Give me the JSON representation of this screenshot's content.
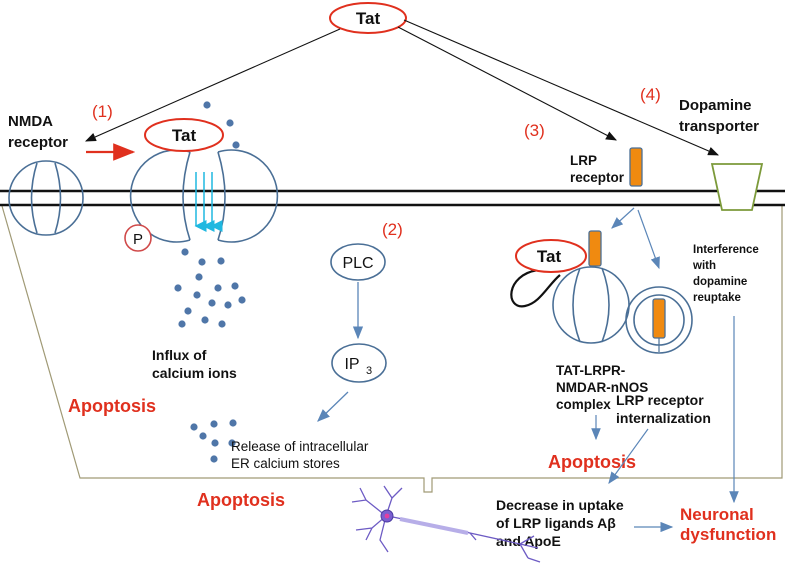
{
  "tat": "Tat",
  "steps": {
    "s1": "(1)",
    "s2": "(2)",
    "s3": "(3)",
    "s4": "(4)"
  },
  "nmda": {
    "line1": "NMDA",
    "line2": "receptor"
  },
  "tat_channel": "Tat",
  "tat_lrp": "Tat",
  "phospho": "P",
  "influx": {
    "line1": "Influx of",
    "line2": "calcium ions"
  },
  "plc": "PLC",
  "ip3": {
    "base": "IP",
    "sub": "3"
  },
  "release": {
    "line1": "Release of intracellular",
    "line2": "ER calcium stores"
  },
  "lrp_receptor": {
    "line1": "LRP",
    "line2": "receptor"
  },
  "complex": {
    "line1": "TAT-LRPR-",
    "line2": "NMDAR-nNOS",
    "line3": "complex"
  },
  "internalization": {
    "line1": "LRP receptor",
    "line2": "internalization"
  },
  "dat": {
    "line1": "Dopamine",
    "line2": "transporter"
  },
  "interference": {
    "line1": "Interference",
    "line2": "with",
    "line3": "dopamine",
    "line4": "reuptake"
  },
  "apoptosis_left": "Apoptosis",
  "apoptosis_bottom": "Apoptosis",
  "apoptosis_right": "Apoptosis",
  "decrease": {
    "line1": "Decrease in uptake",
    "line2": "of LRP ligands Aβ",
    "line3": "and ApoE"
  },
  "neuronal": {
    "line1": "Neuronal",
    "line2": "dysfunction"
  },
  "colors": {
    "accent_red": "#e0301e",
    "receptor_blue": "#4a6f96",
    "calcium_dot": "#4f76a8",
    "lrp_orange": "#f08a10",
    "dat_green": "#7c9a3a"
  }
}
